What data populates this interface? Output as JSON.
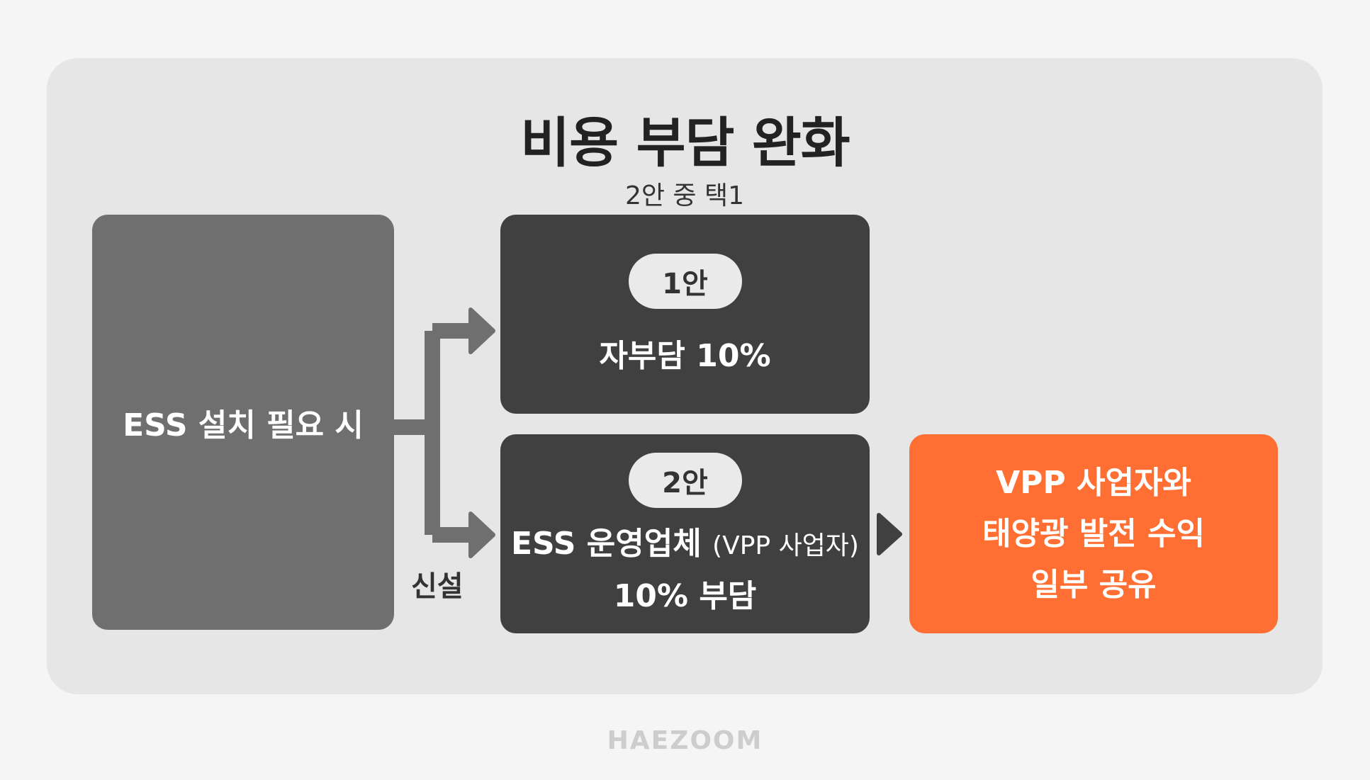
{
  "title": "비용 부담 완화",
  "subtitle": "2안 중 택1",
  "start_box": {
    "label": "ESS 설치 필요 시"
  },
  "branch_label": "신설",
  "option1": {
    "badge": "1안",
    "text": "자부담 10%"
  },
  "option2": {
    "badge": "2안",
    "line1_main": "ESS 운영업체",
    "line1_paren": "(VPP 사업자)",
    "line2": "10% 부담"
  },
  "result": {
    "lines": [
      "VPP 사업자와",
      "태양광 발전 수익",
      "일부 공유"
    ]
  },
  "brand": "HAEZOOM",
  "colors": {
    "background": "#f5f5f5",
    "panel": "#e6e6e6",
    "start_box": "#6f6f6f",
    "option_box": "#404040",
    "result_box": "#ff6f33",
    "connector": "#6f6f6f"
  }
}
